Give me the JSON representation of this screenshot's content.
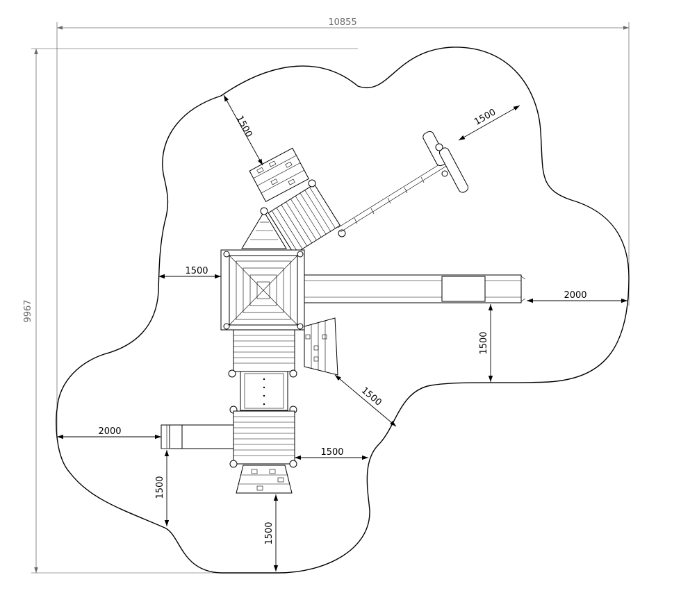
{
  "dimensions": {
    "overall_width": "10855",
    "overall_height": "9967",
    "top_left_clearance": "1500",
    "top_right_clearance": "1500",
    "left_tower_clearance": "1500",
    "slide_end_clearance": "2000",
    "slide_side_clearance": "1500",
    "right_ramp_clearance": "1500",
    "lower_left_slide_clearance": "2000",
    "lower_right_clearance": "1500",
    "lower_left_vertical_clearance": "1500",
    "bottom_clearance": "1500"
  },
  "colors": {
    "line": "#000000",
    "overall_dimension": "#6a6a6a",
    "background": "#ffffff"
  }
}
